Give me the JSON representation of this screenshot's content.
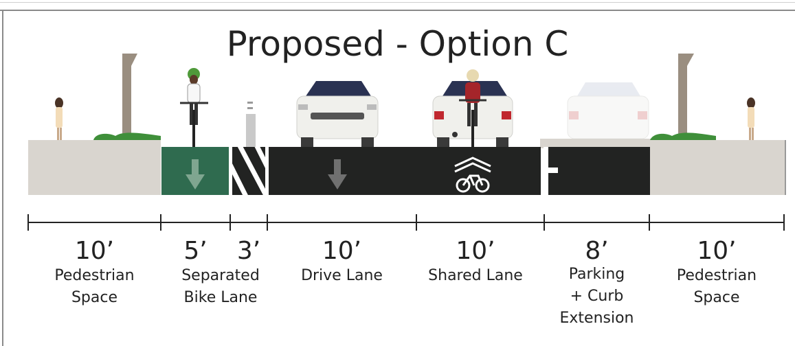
{
  "title": "Proposed - Option C",
  "segments": [
    {
      "width": "10’",
      "label_lines": [
        "Pedestrian",
        "Space"
      ]
    },
    {
      "width": "5’",
      "label_lines": [
        "Separated",
        "Bike Lane"
      ]
    },
    {
      "width": "3’",
      "label_lines": []
    },
    {
      "width": "10’",
      "label_lines": [
        "Drive Lane"
      ]
    },
    {
      "width": "10’",
      "label_lines": [
        "Shared Lane"
      ]
    },
    {
      "width": "8’",
      "label_lines": [
        "Parking",
        "+ Curb",
        "Extension"
      ]
    },
    {
      "width": "10’",
      "label_lines": [
        "Pedestrian",
        "Space"
      ]
    }
  ],
  "colors": {
    "sidewalk": "#d9d5cf",
    "bike_lane": "#2f6b4f",
    "asphalt": "#222322",
    "arrow": "#8a8a8a",
    "car": "#f0f0ec",
    "planter_green": "#3f8f3a",
    "tree": "#9a8e80"
  },
  "icons": [
    "pedestrian-icon",
    "tree-icon",
    "cyclist-icon",
    "bollard-icon",
    "car-icon",
    "sharrow-icon",
    "down-arrow-icon"
  ]
}
